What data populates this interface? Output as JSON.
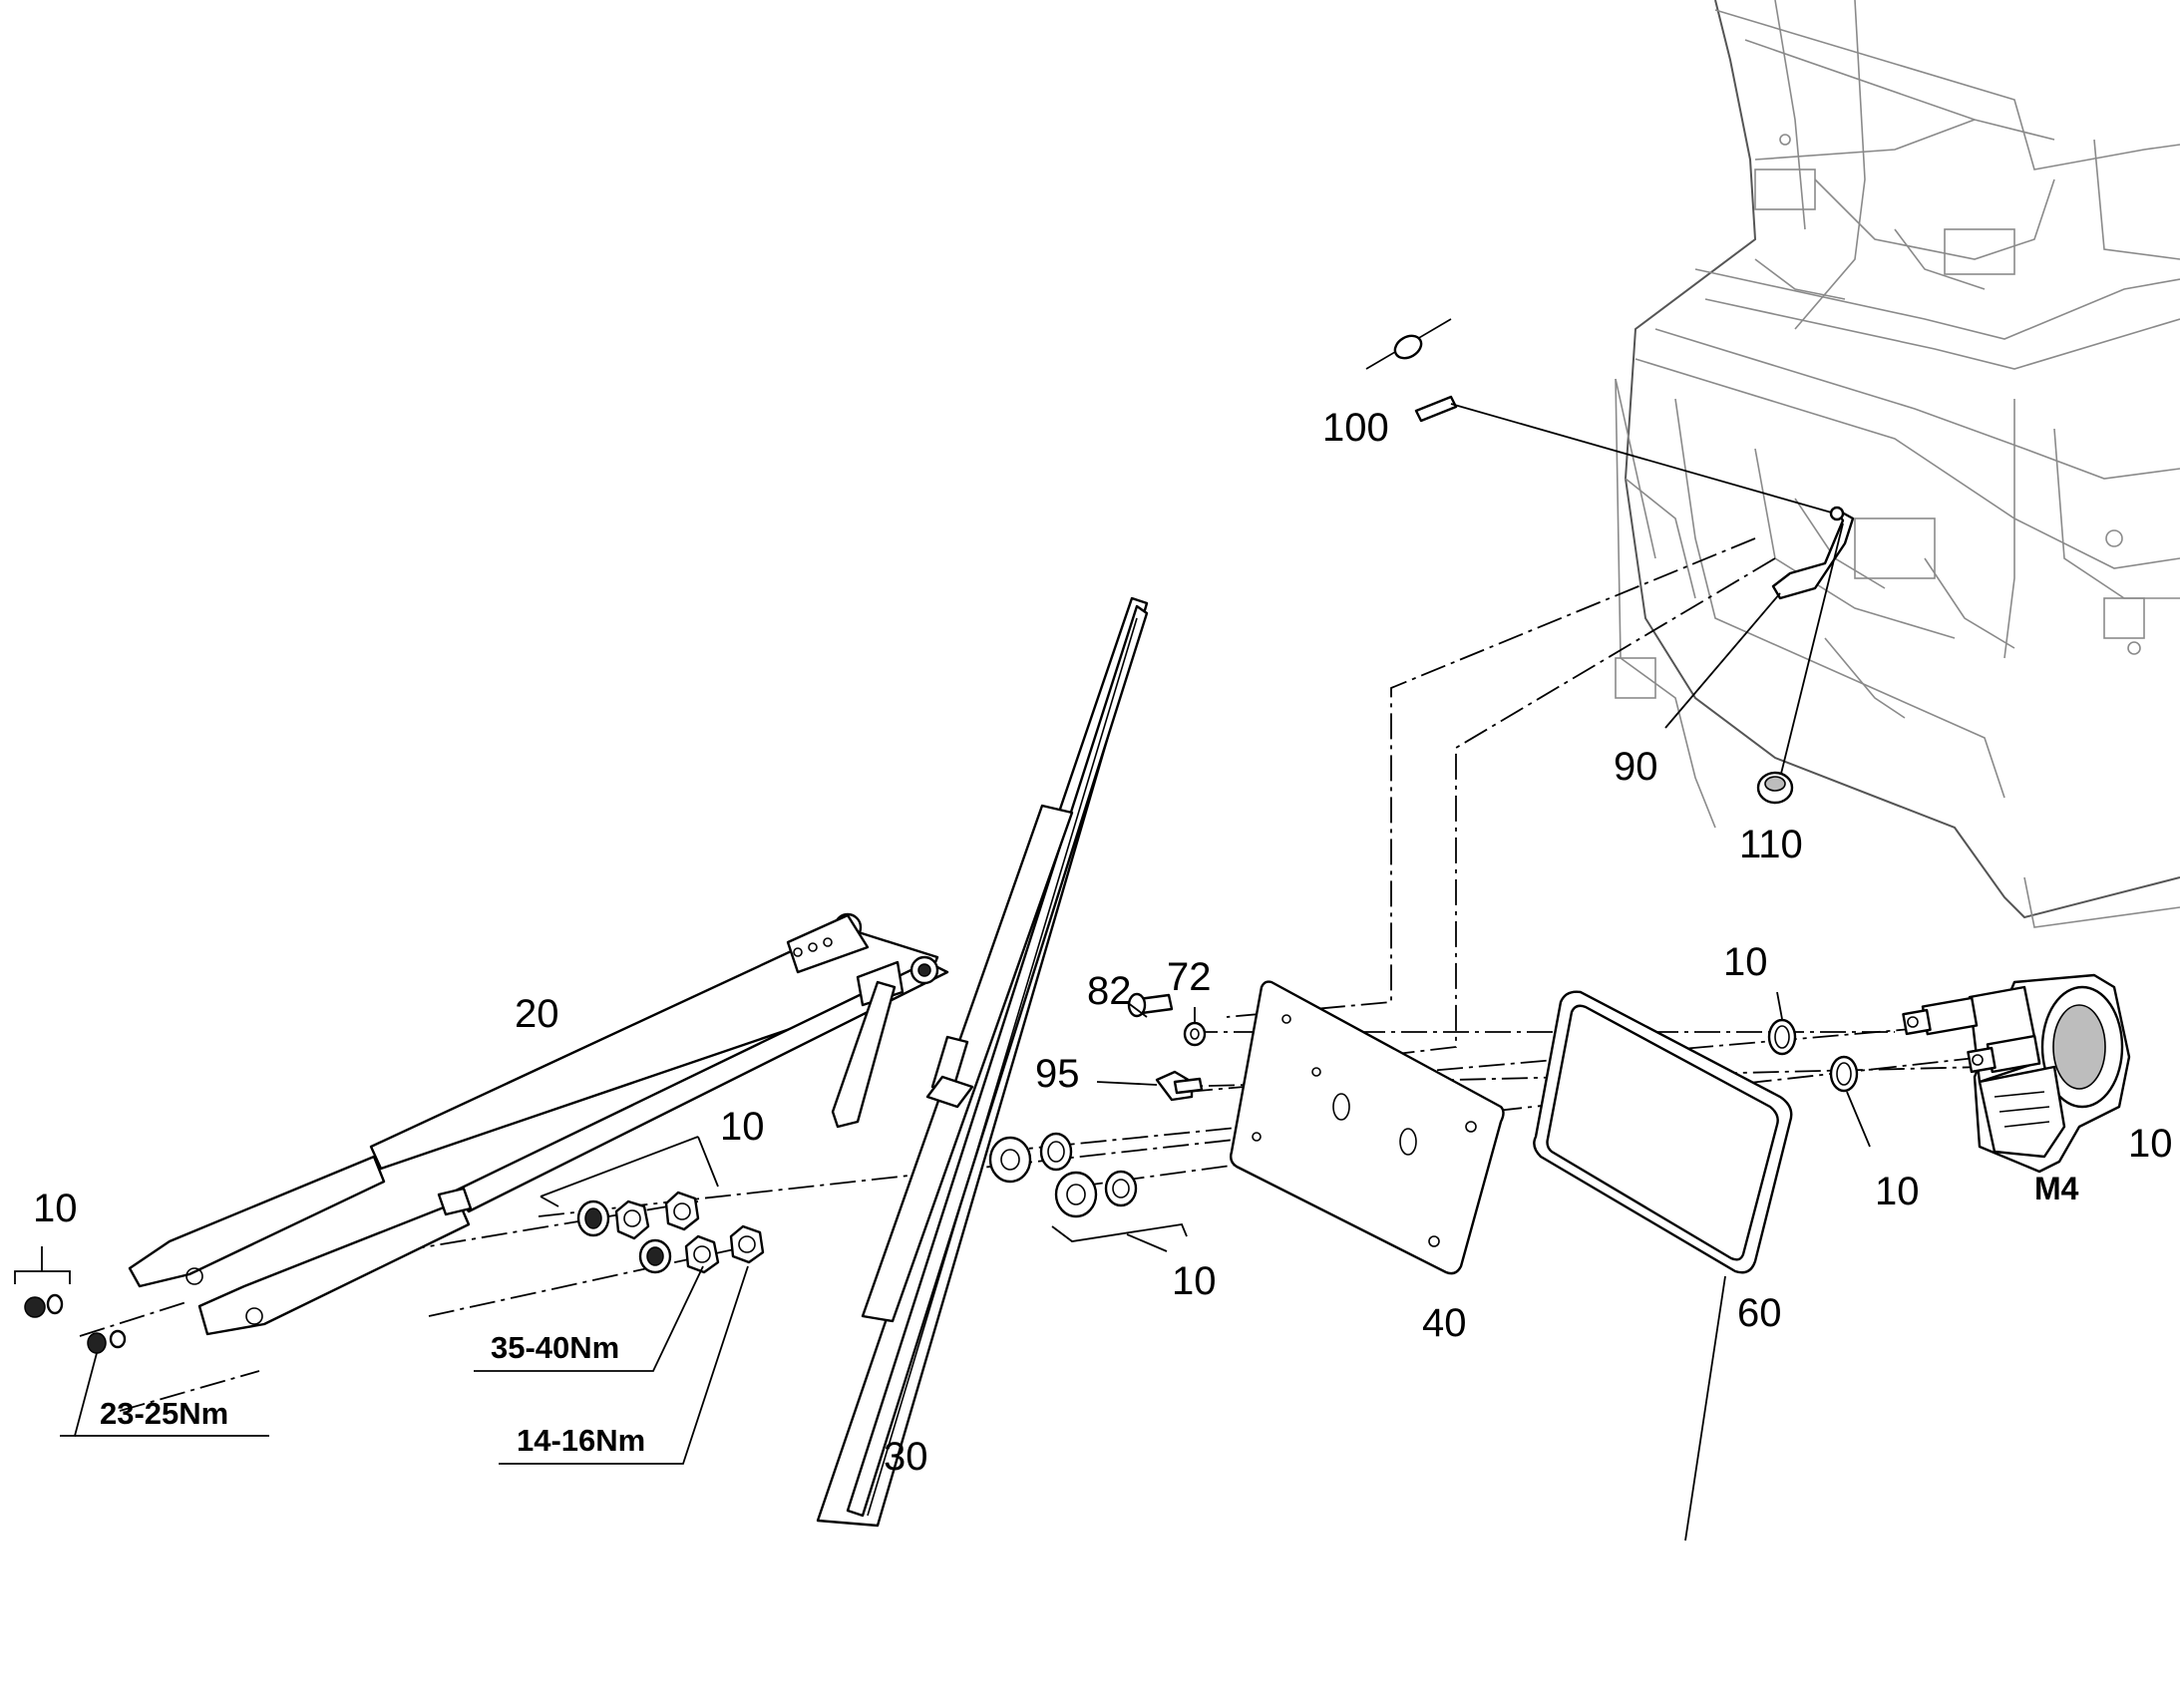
{
  "callouts": {
    "c100": "100",
    "c90": "90",
    "c110": "110",
    "c20": "20",
    "c82": "82",
    "c72": "72",
    "c95": "95",
    "c10_left": "10",
    "c10_nuts": "10",
    "c10_washers": "10",
    "c10_ring_top": "10",
    "c10_ring_bottom": "10",
    "c10_motor": "10",
    "c30": "30",
    "c40": "40",
    "c60": "60"
  },
  "torque_labels": {
    "t1": "35-40Nm",
    "t2": "23-25Nm",
    "t3": "14-16Nm"
  },
  "motor_label": "M4"
}
